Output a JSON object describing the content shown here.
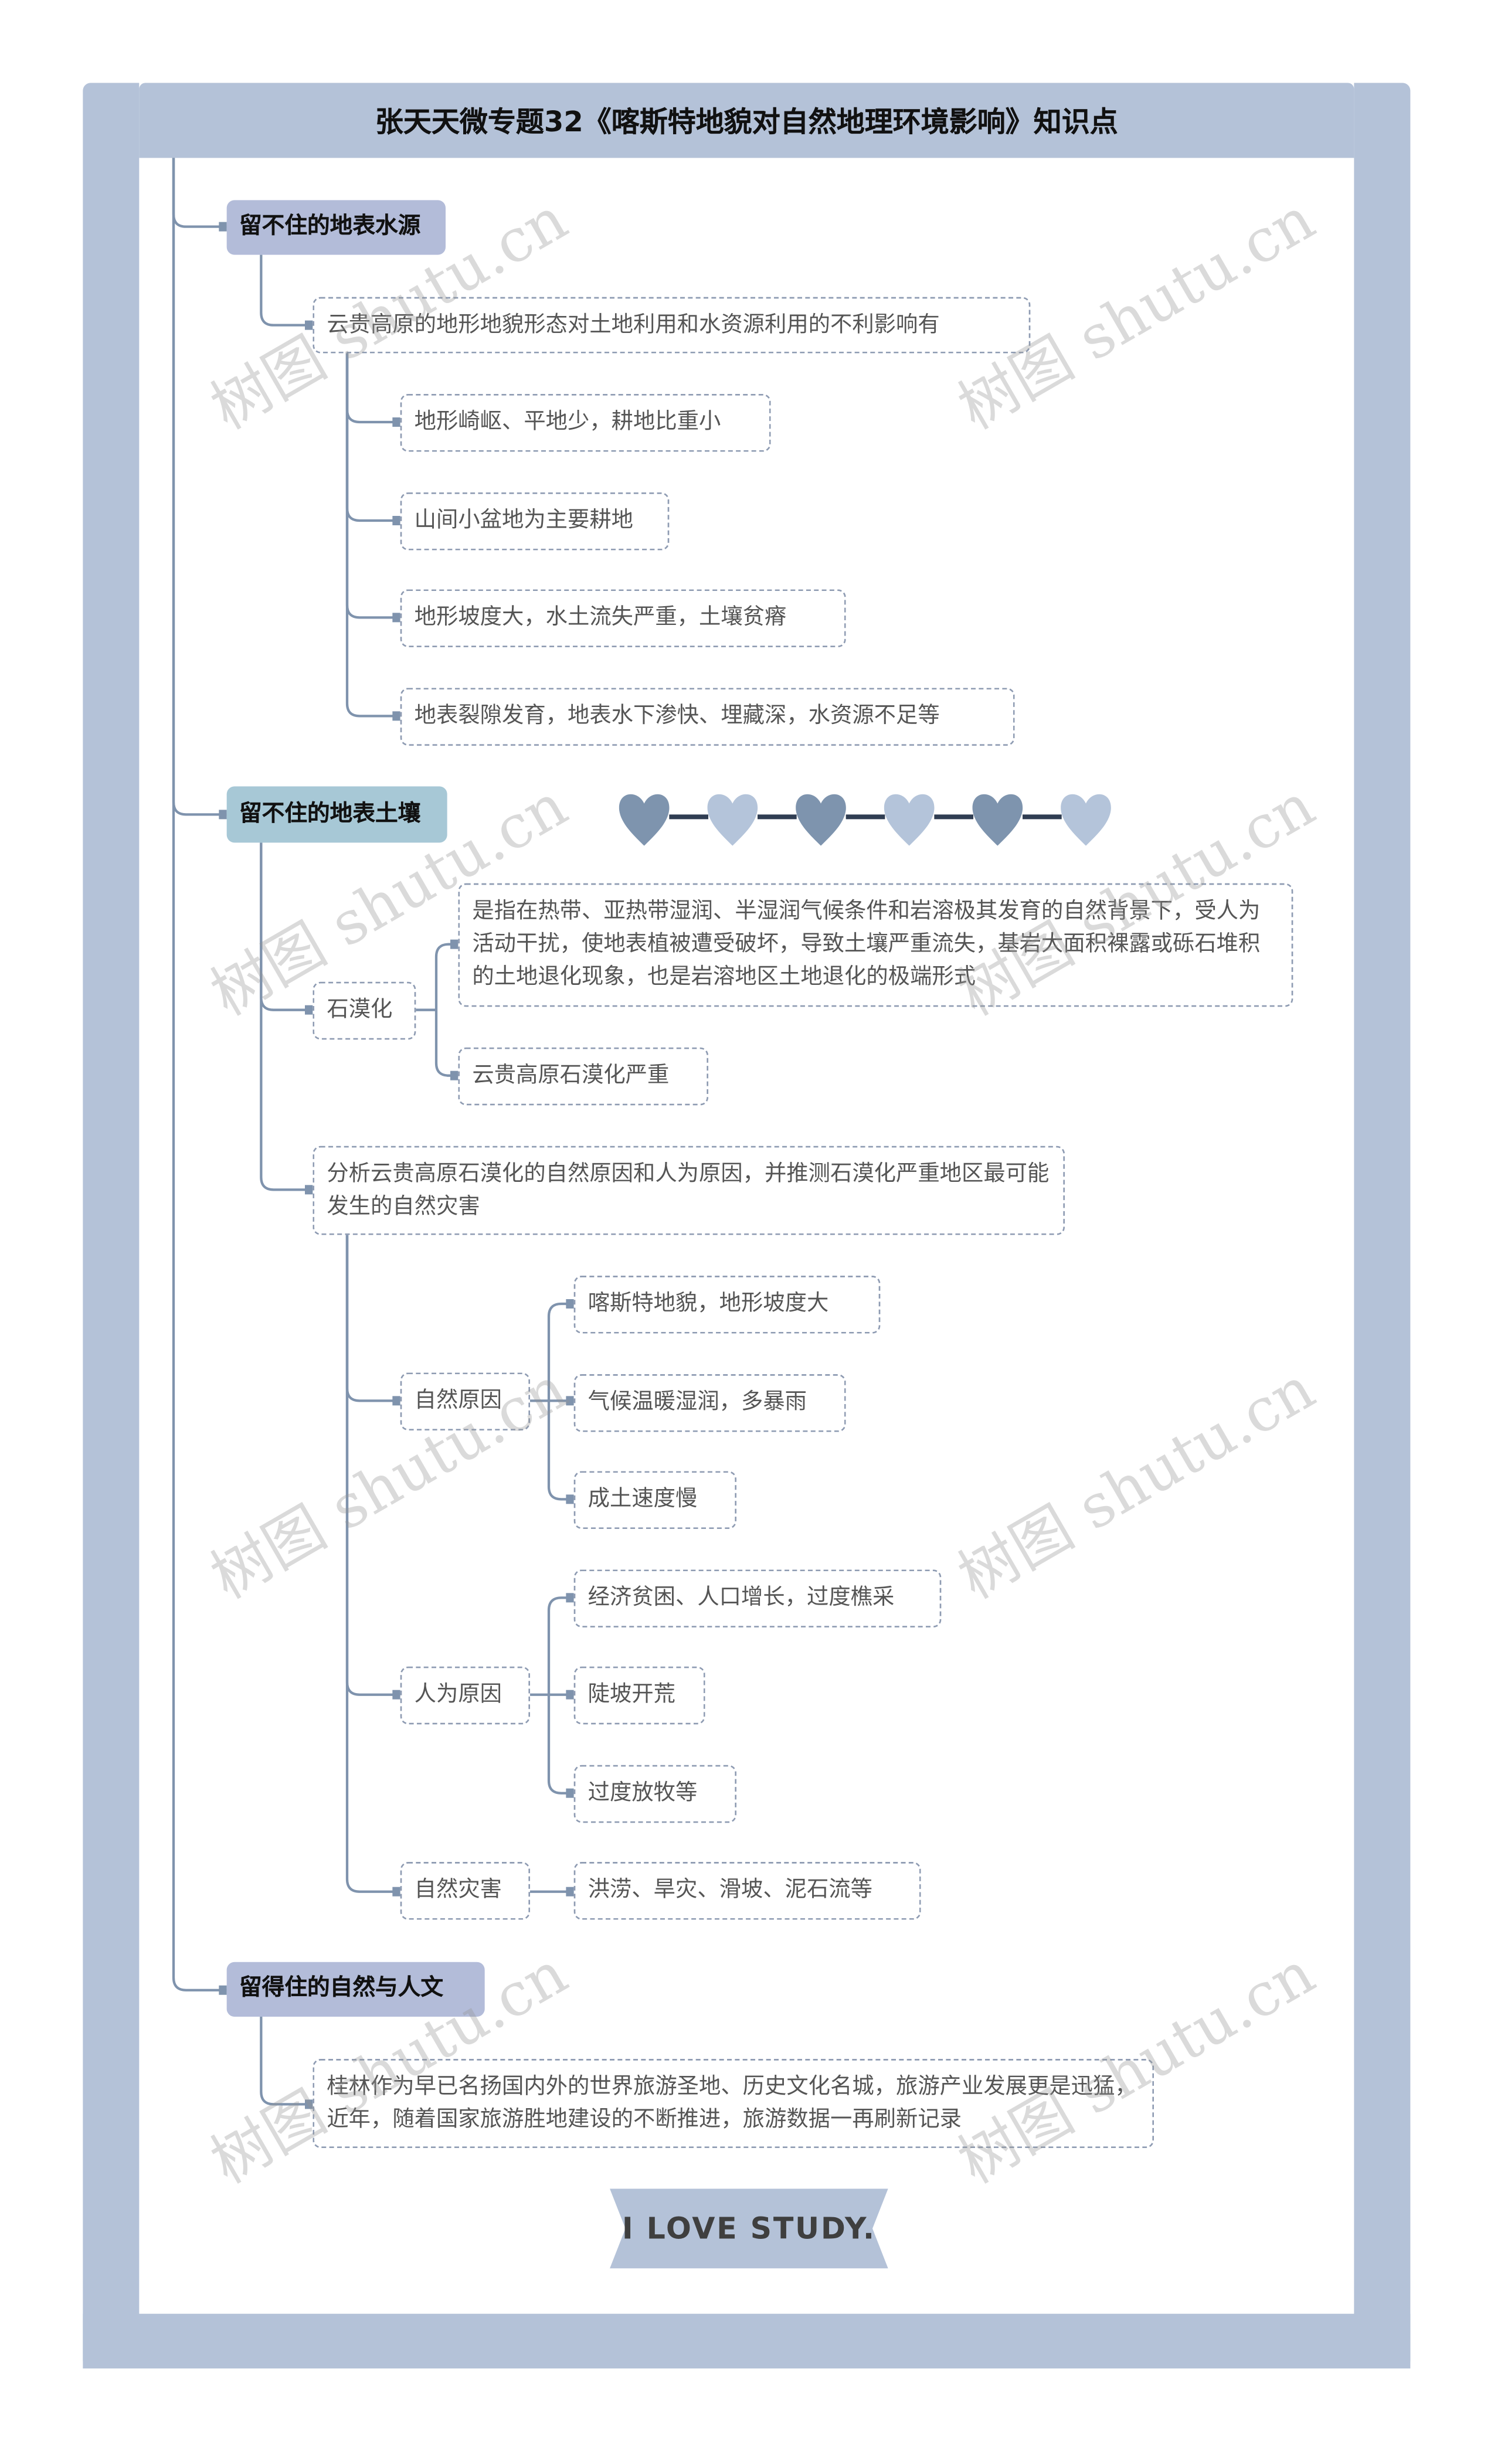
{
  "title": "张天天微专题32《喀斯特地貌对自然地理环境影响》知识点",
  "colors": {
    "frame": "#b4c2d8",
    "topic_purple": "#b3bcd9",
    "topic_teal": "#a7c8d6",
    "line": "#7f93ad",
    "heart_dark": "#7e94ae",
    "heart_light": "#b4c4da"
  },
  "watermark": "树图 shutu.cn",
  "topics": [
    {
      "label": "留不住的地表水源",
      "children": [
        {
          "label": "云贵高原的地形地貌形态对土地利用和水资源利用的不利影响有",
          "children": [
            "地形崎岖、平地少，耕地比重小",
            "山间小盆地为主要耕地",
            "地形坡度大，水土流失严重，土壤贫瘠",
            "地表裂隙发育，地表水下渗快、埋藏深，水资源不足等"
          ]
        }
      ]
    },
    {
      "label": "留不住的地表土壤",
      "children": [
        {
          "label": "石漠化",
          "children": [
            "是指在热带、亚热带湿润、半湿润气候条件和岩溶极其发育的自然背景下，受人为活动干扰，使地表植被遭受破坏，导致土壤严重流失，基岩大面积裸露或砾石堆积的土地退化现象，也是岩溶地区土地退化的极端形式",
            "云贵高原石漠化严重"
          ]
        },
        {
          "label": "分析云贵高原石漠化的自然原因和人为原因，并推测石漠化严重地区最可能发生的自然灾害",
          "children": [
            {
              "label": "自然原因",
              "children": [
                "喀斯特地貌，地形坡度大",
                "气候温暖湿润，多暴雨",
                "成土速度慢"
              ]
            },
            {
              "label": "人为原因",
              "children": [
                "经济贫困、人口增长，过度樵采",
                "陡坡开荒",
                "过度放牧等"
              ]
            },
            {
              "label": "自然灾害",
              "children": [
                "洪涝、旱灾、滑坡、泥石流等"
              ]
            }
          ]
        }
      ]
    },
    {
      "label": "留得住的自然与人文",
      "children": [
        {
          "label": "桂林作为早已名扬国内外的世界旅游圣地、历史文化名城，旅游产业发展更是迅猛，近年，随着国家旅游胜地建设的不断推进，旅游数据一再刷新记录"
        }
      ]
    }
  ],
  "banner": "I LOVE STUDY."
}
